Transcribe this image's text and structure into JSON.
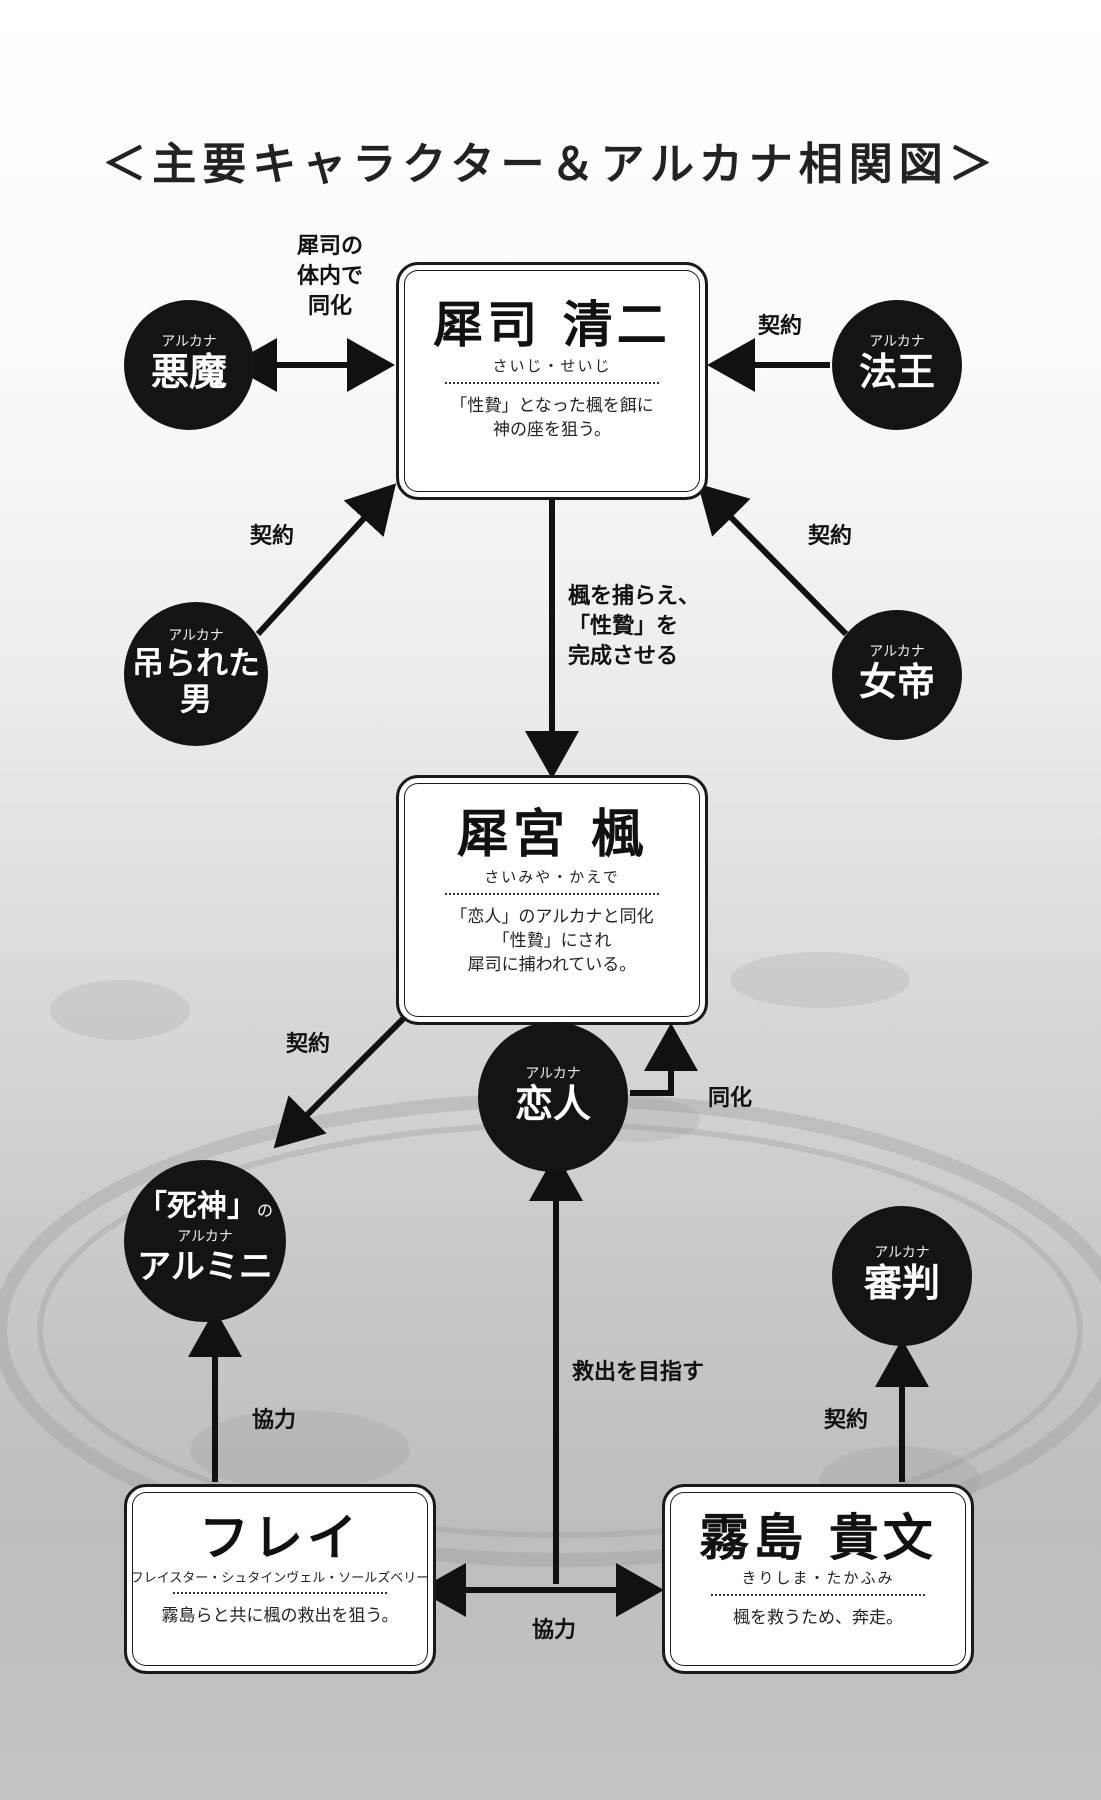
{
  "title": "＜主要キャラクター＆アルカナ相関図＞",
  "arcana_label": "アルカナ",
  "cards": {
    "saiji": {
      "name": "犀司 清二",
      "ruby": "さいじ・せいじ",
      "desc": "「性贄」となった楓を餌に\n神の座を狙う。"
    },
    "kaede": {
      "name": "犀宮 楓",
      "ruby": "さいみや・かえで",
      "desc": "「恋人」のアルカナと同化\n「性贄」にされ\n犀司に捕われている。"
    },
    "frey": {
      "name": "フレイ",
      "ruby": "フレイスター・シュタインヴェル・ソールズベリー",
      "desc": "霧島らと共に楓の救出を狙う。"
    },
    "kirishima": {
      "name": "霧島 貴文",
      "ruby": "きりしま・たかふみ",
      "desc": "楓を救うため、奔走。"
    }
  },
  "arcana": {
    "akuma": "悪魔",
    "houou": "法王",
    "tsurusareta": "吊られた\n男",
    "jotei": "女帝",
    "koibito": "恋人",
    "armini_top": "「死神」",
    "armini_no": "の",
    "armini": "アルミニ",
    "shinpan": "審判"
  },
  "relations": {
    "akuma_saiji": "犀司の\n体内で\n同化",
    "houou_saiji": "契約",
    "tsurusareta_saiji": "契約",
    "jotei_saiji": "契約",
    "saiji_kaede": "楓を捕らえ、\n「性贄」を\n完成させる",
    "kaede_armini": "契約",
    "kaede_koibito": "同化",
    "frey_armini": "協力",
    "rescue_koibito": "救出を目指す",
    "kirishima_shinpan": "契約",
    "frey_kirishima": "協力"
  }
}
